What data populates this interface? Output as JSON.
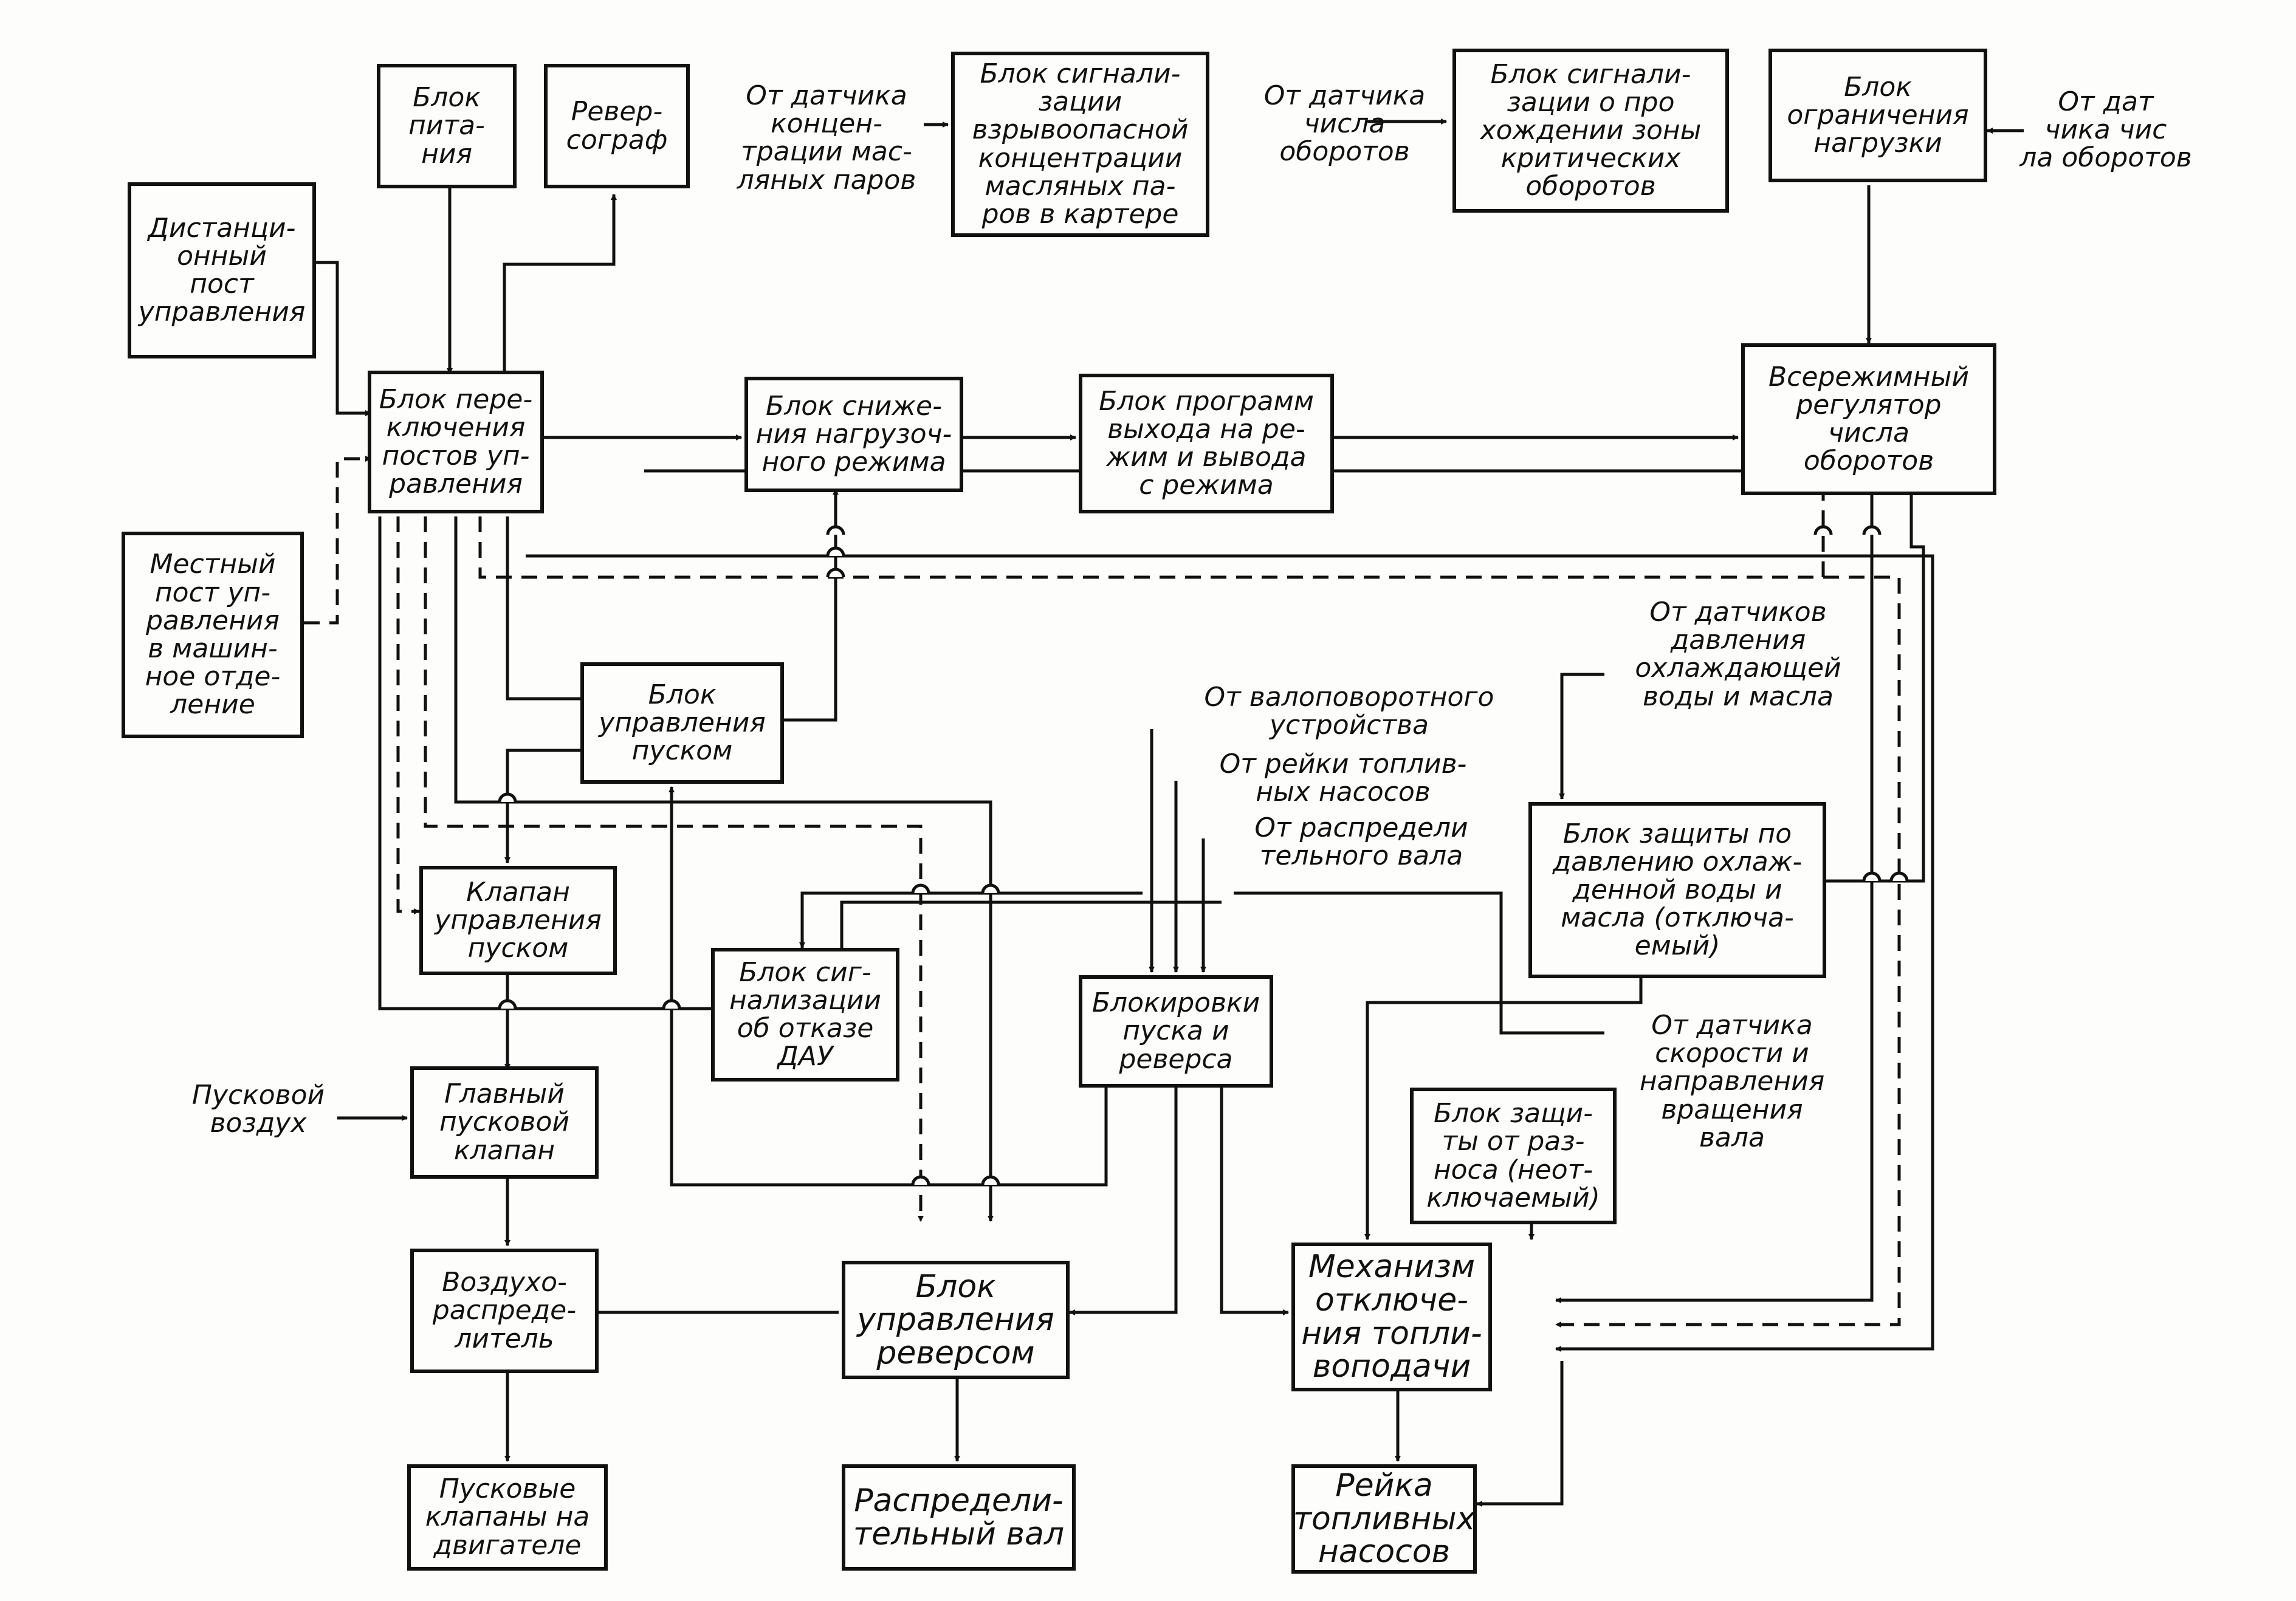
{
  "blocks": {
    "power": "Блок\nпита-\nния",
    "reversograph": "Ревер-\nсограф",
    "remote_post": "Дистанци-\nонный\nпост\nуправления",
    "local_post": "Местный\nпост уп-\nравления\nв машин-\nное отде-\nление",
    "switch_posts": "Блок пере-\nключения\nпостов уп-\nравления",
    "explosive_alarm": "Блок сигнали-\nзации\nвзрывоопасной\nконцентрации\nмасляных па-\nров в картере",
    "critical_rpm_alarm": "Блок сигнали-\nзации о про\nхождении зоны\nкритических\nоборотов",
    "load_limit": "Блок\nограничения\nнагрузки",
    "load_reduction": "Блок сниже-\nния нагрузоч-\nного режима",
    "programs": "Блок программ\nвыхода на ре-\nжим и вывода\nс режима",
    "governor": "Всережимный\nрегулятор\nчисла\nоборотов",
    "start_control": "Блок\nуправления\nпуском",
    "start_valve": "Клапан\nуправления\nпуском",
    "dau_alarm": "Блок сиг-\nнализации\nоб отказе\nДАУ",
    "interlocks": "Блокировки\nпуска и\nреверса",
    "water_oil_protection": "Блок защиты по\nдавлению охлаж-\nденной воды и\nмасла (отключа-\nемый)",
    "overspeed_protection": "Блок защи-\nты от раз-\nноса (неот-\nключаемый)",
    "main_start_valve": "Главный\nпусковой\nклапан",
    "air_distributor": "Воздухо-\nраспреде-\nлитель",
    "reverse_control": "Блок\nуправления\nреверсом",
    "fuel_cutoff": "Механизм\nотключе-\nния топли-\nвоподачи",
    "start_valves_engine": "Пусковые\nклапаны на\nдвигателе",
    "camshaft": "Распредели-\nтельный вал",
    "fuel_rack": "Рейка\nтопливных\nнасосов"
  },
  "labels": {
    "from_oil_vapor_sensor": "От датчика\nконцен-\nтрации мас-\nляных паров",
    "from_rpm_sensor_1": "От датчика\nчисла\nоборотов",
    "from_rpm_sensor_2": "От дат\nчика чис\nла оборотов",
    "from_pressure_sensors": "От датчиков\nдавления\nохлаждающей\nводы и масла",
    "from_turning_gear": "От валоповоротного\nустройства",
    "from_fuel_rack": "От рейки топлив-\nных насосов",
    "from_camshaft": "От распредели\nтельного вала",
    "from_speed_sensor": "От датчика\nскорости и\nнаправления\nвращения\nвала",
    "start_air": "Пусковой\nвоздух"
  }
}
